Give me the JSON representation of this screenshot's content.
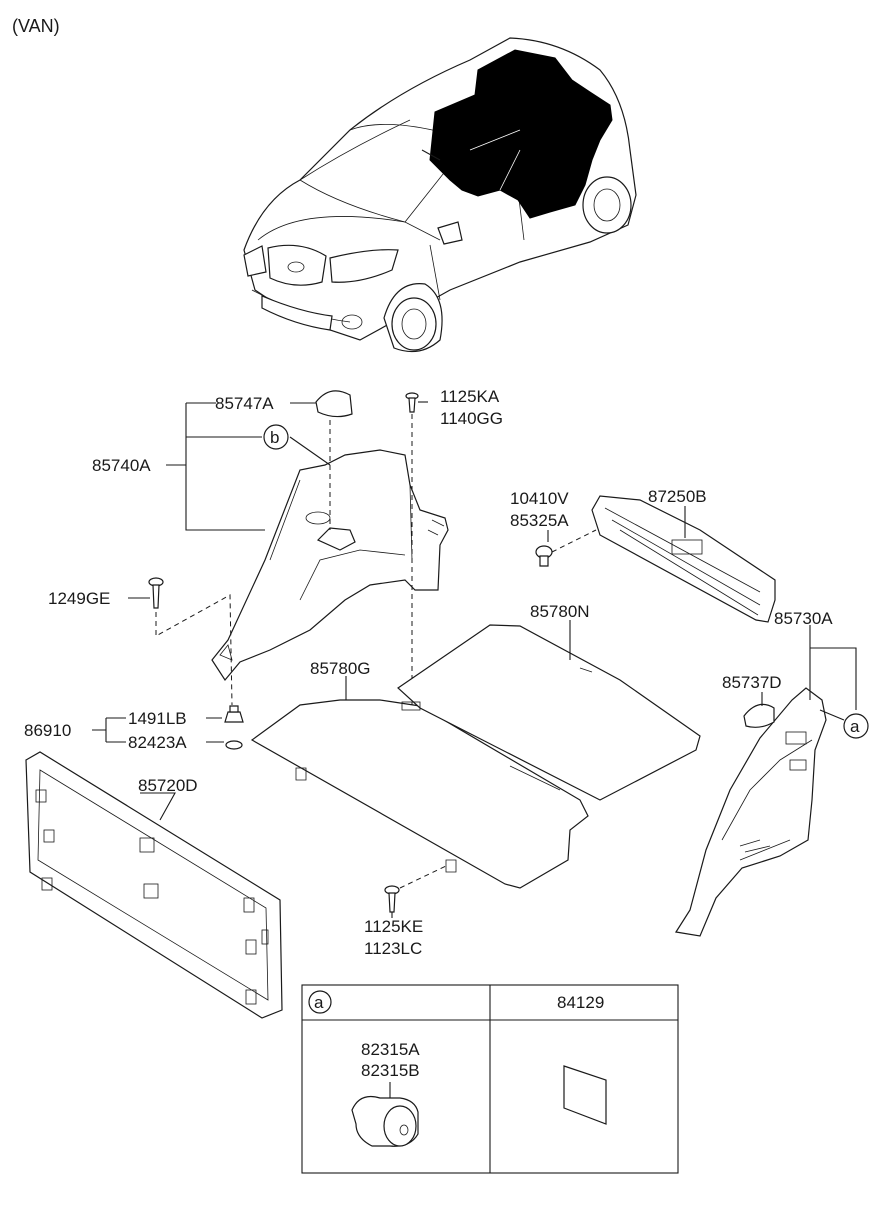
{
  "variant_label": "(VAN)",
  "labels": {
    "p85747A": "85747A",
    "p85740A": "85740A",
    "ref_b": "b",
    "p1125KA": "1125KA",
    "p1140GG": "1140GG",
    "p1249GE": "1249GE",
    "p10410V": "10410V",
    "p85325A": "85325A",
    "p87250B": "87250B",
    "p85780N": "85780N",
    "p85730A": "85730A",
    "p85780G": "85780G",
    "p85737D": "85737D",
    "ref_a": "a",
    "p86910": "86910",
    "p1491LB": "1491LB",
    "p82423A": "82423A",
    "p85720D": "85720D",
    "p1125KE": "1125KE",
    "p1123LC": "1123LC"
  },
  "legend_table": {
    "col_a_ref": "a",
    "col_b_header": "84129",
    "col_a_part1": "82315A",
    "col_a_part2": "82315B"
  }
}
